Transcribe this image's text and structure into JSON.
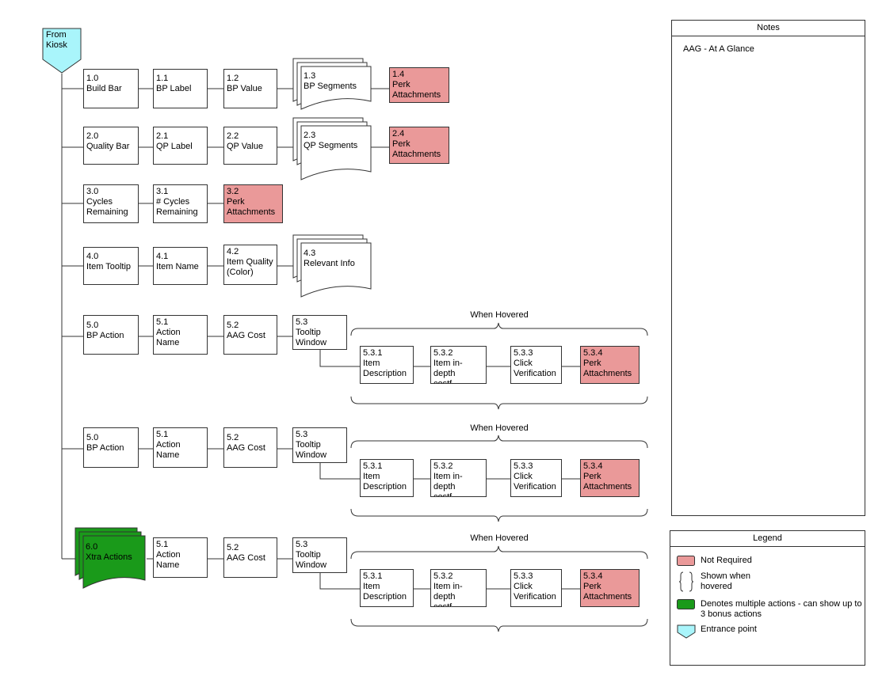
{
  "entrance": {
    "label": "From\nKiosk"
  },
  "colors": {
    "not_required": "#ea9999",
    "multi_actions": "#1a9a1a",
    "entrance": "#a9f5fb",
    "line": "#333333"
  },
  "rows": {
    "r1": {
      "a": {
        "num": "1.0",
        "ttl": "Build Bar"
      },
      "b": {
        "num": "1.1",
        "ttl": "BP Label"
      },
      "c": {
        "num": "1.2",
        "ttl": "BP Value"
      },
      "d": {
        "num": "1.3",
        "ttl": "BP Segments"
      },
      "e": {
        "num": "1.4",
        "ttl": "Perk\nAttachments"
      }
    },
    "r2": {
      "a": {
        "num": "2.0",
        "ttl": "Quality Bar"
      },
      "b": {
        "num": "2.1",
        "ttl": "QP Label"
      },
      "c": {
        "num": "2.2",
        "ttl": "QP Value"
      },
      "d": {
        "num": "2.3",
        "ttl": "QP Segments"
      },
      "e": {
        "num": "2.4",
        "ttl": "Perk\nAttachments"
      }
    },
    "r3": {
      "a": {
        "num": "3.0",
        "ttl": "Cycles\nRemaining"
      },
      "b": {
        "num": "3.1",
        "ttl": "# Cycles\nRemaining"
      },
      "c": {
        "num": "3.2",
        "ttl": "Perk\nAttachments"
      }
    },
    "r4": {
      "a": {
        "num": "4.0",
        "ttl": "Item Tooltip"
      },
      "b": {
        "num": "4.1",
        "ttl": "Item Name"
      },
      "c": {
        "num": "4.2",
        "ttl": "Item Quality\n(Color)"
      },
      "d": {
        "num": "4.3",
        "ttl": "Relevant Info"
      }
    },
    "r5": {
      "a": {
        "num": "5.0",
        "ttl": "BP Action"
      },
      "b": {
        "num": "5.1",
        "ttl": "Action\nName"
      },
      "c": {
        "num": "5.2",
        "ttl": "AAG Cost"
      },
      "d": {
        "num": "5.3",
        "ttl": "Tooltip\nWindow"
      },
      "hover": "When Hovered",
      "s1": {
        "num": "5.3.1",
        "ttl": "Item\nDescription"
      },
      "s2": {
        "num": "5.3.2",
        "ttl": "Item in-depth\ncostf"
      },
      "s3": {
        "num": "5.3.3",
        "ttl": "Click\nVerification"
      },
      "s4": {
        "num": "5.3.4",
        "ttl": "Perk\nAttachments"
      }
    },
    "r6": {
      "a": {
        "num": "5.0",
        "ttl": "BP Action"
      },
      "b": {
        "num": "5.1",
        "ttl": "Action\nName"
      },
      "c": {
        "num": "5.2",
        "ttl": "AAG Cost"
      },
      "d": {
        "num": "5.3",
        "ttl": "Tooltip\nWindow"
      },
      "hover": "When Hovered",
      "s1": {
        "num": "5.3.1",
        "ttl": "Item\nDescription"
      },
      "s2": {
        "num": "5.3.2",
        "ttl": "Item in-depth\ncostf"
      },
      "s3": {
        "num": "5.3.3",
        "ttl": "Click\nVerification"
      },
      "s4": {
        "num": "5.3.4",
        "ttl": "Perk\nAttachments"
      }
    },
    "r7": {
      "a": {
        "num": "6.0",
        "ttl": "Xtra Actions"
      },
      "b": {
        "num": "5.1",
        "ttl": "Action\nName"
      },
      "c": {
        "num": "5.2",
        "ttl": "AAG Cost"
      },
      "d": {
        "num": "5.3",
        "ttl": "Tooltip\nWindow"
      },
      "hover": "When Hovered",
      "s1": {
        "num": "5.3.1",
        "ttl": "Item\nDescription"
      },
      "s2": {
        "num": "5.3.2",
        "ttl": "Item in-depth\ncostf"
      },
      "s3": {
        "num": "5.3.3",
        "ttl": "Click\nVerification"
      },
      "s4": {
        "num": "5.3.4",
        "ttl": "Perk\nAttachments"
      }
    }
  },
  "notes": {
    "title": "Notes",
    "text": "AAG - At A Glance"
  },
  "legend": {
    "title": "Legend",
    "items": [
      {
        "icon": "pink-swatch-icon",
        "text": "Not Required"
      },
      {
        "icon": "brace-icon",
        "text": "Shown when\nhovered"
      },
      {
        "icon": "green-swatch-icon",
        "text": "Denotes multiple actions - can show up to 3 bonus actions"
      },
      {
        "icon": "entrance-pentagon-icon",
        "text": "Entrance point"
      }
    ]
  }
}
